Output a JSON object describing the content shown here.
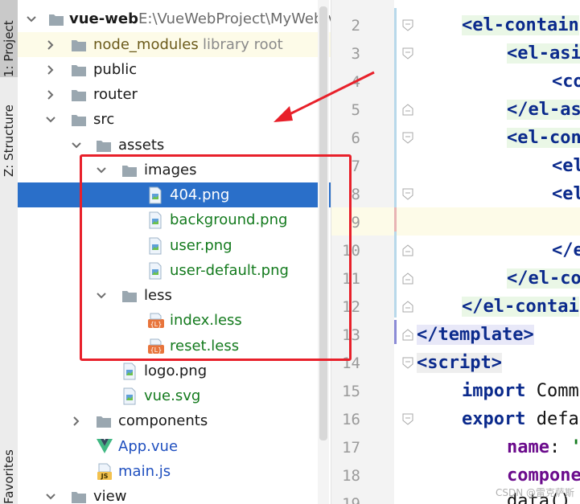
{
  "tool_strip": {
    "project_tab": "1: Project",
    "structure_tab": "Z: Structure",
    "favorites_tab": "Favorites"
  },
  "tree": {
    "root": {
      "name": "vue-web",
      "path": "E:\\VueWebProject\\MyWeb\\vue-web"
    },
    "node_modules": {
      "name": "node_modules",
      "note": "library root"
    },
    "public": "public",
    "router": "router",
    "src": "src",
    "assets": "assets",
    "images": "images",
    "file_404": "404.png",
    "file_background": "background.png",
    "file_user": "user.png",
    "file_user_default": "user-default.png",
    "less": "less",
    "file_index_less": "index.less",
    "file_reset_less": "reset.less",
    "file_logo": "logo.png",
    "file_vue_svg": "vue.svg",
    "components": "components",
    "file_app_vue": "App.vue",
    "file_main_js": "main.js",
    "view": "view"
  },
  "editor": {
    "line_numbers": [
      "2",
      "3",
      "4",
      "5",
      "6",
      "7",
      "8",
      "9",
      "10",
      "11",
      "12",
      "13",
      "14",
      "15",
      "16",
      "17",
      "18",
      "19"
    ],
    "lines": {
      "l2": "<el-contain",
      "l3": "<el-asi",
      "l4": "<co",
      "l5": "</el-as",
      "l6": "<el-con",
      "l7": "<el",
      "l8": "<el",
      "l10": "</e",
      "l11": "</el-co",
      "l12": "</el-contai",
      "l13": "</template>",
      "l14": "<script>",
      "l15_kw": "import",
      "l15_rest": " Comm",
      "l16_kw": "export",
      "l16_rest": " defa",
      "l17_prop": "name",
      "l17_rest": ": ",
      "l17_str": "'",
      "l18_prop": "compone",
      "l19": "data()"
    },
    "watermark": "CSDN @雷克萨斯"
  },
  "colors": {
    "selection": "#2a6fc9",
    "annotation_red": "#e8202a",
    "vcs_green_text": "#137a1d",
    "tag_blue": "#0b2a8c"
  }
}
